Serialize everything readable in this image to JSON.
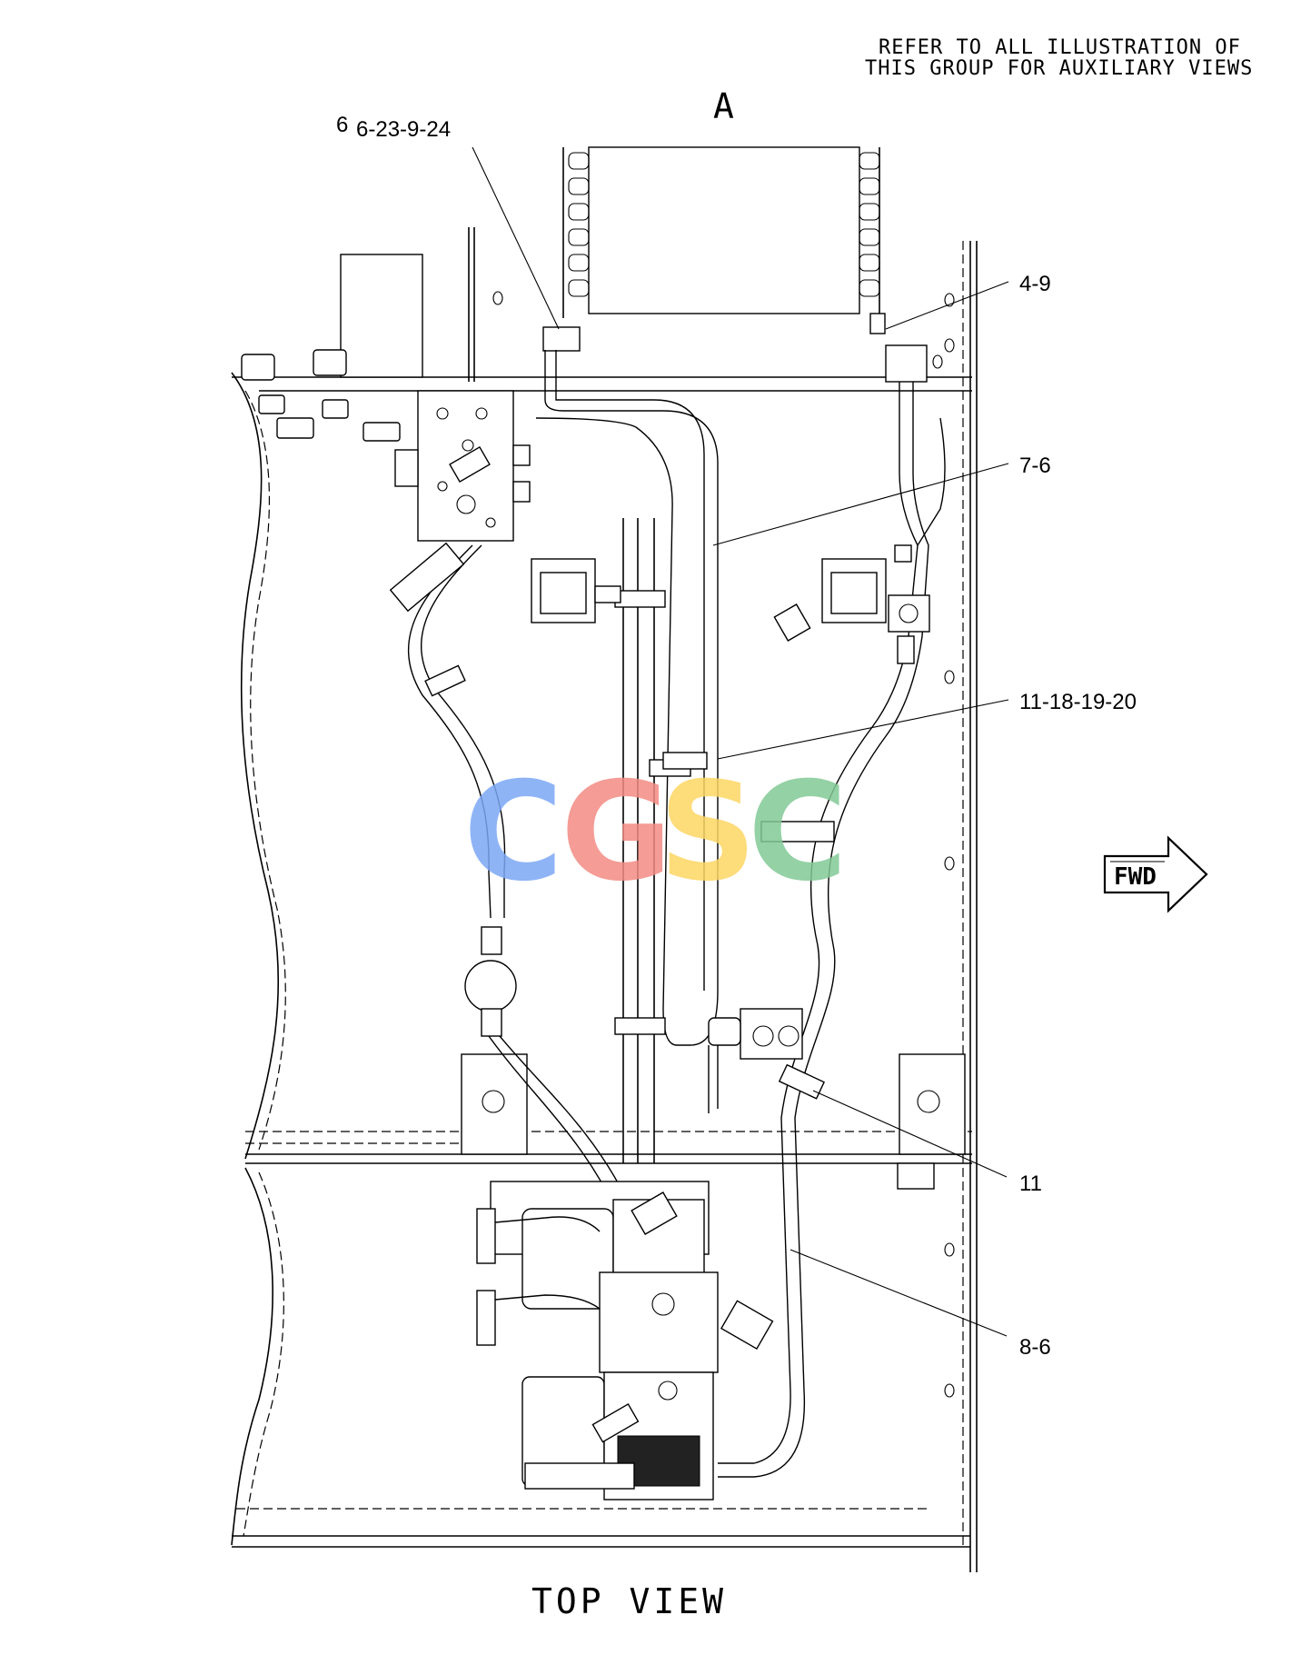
{
  "note": {
    "line1": "REFER TO ALL ILLUSTRATION OF",
    "line2": "THIS GROUP FOR AUXILIARY VIEWS"
  },
  "view_marker": "A",
  "callouts": {
    "c6_prefix": "6",
    "c6": "6-23-9-24",
    "c4_9": "4-9",
    "c7_6": "7-6",
    "c11_18": "11-18-19-20",
    "c11": "11",
    "c8_6": "8-6"
  },
  "direction": "FWD",
  "view_title": "TOP VIEW",
  "watermark": {
    "letters": [
      "C",
      "G",
      "S",
      "C"
    ],
    "colors": [
      "#7aa7f5",
      "#f28b82",
      "#fdd663",
      "#81c995"
    ]
  }
}
